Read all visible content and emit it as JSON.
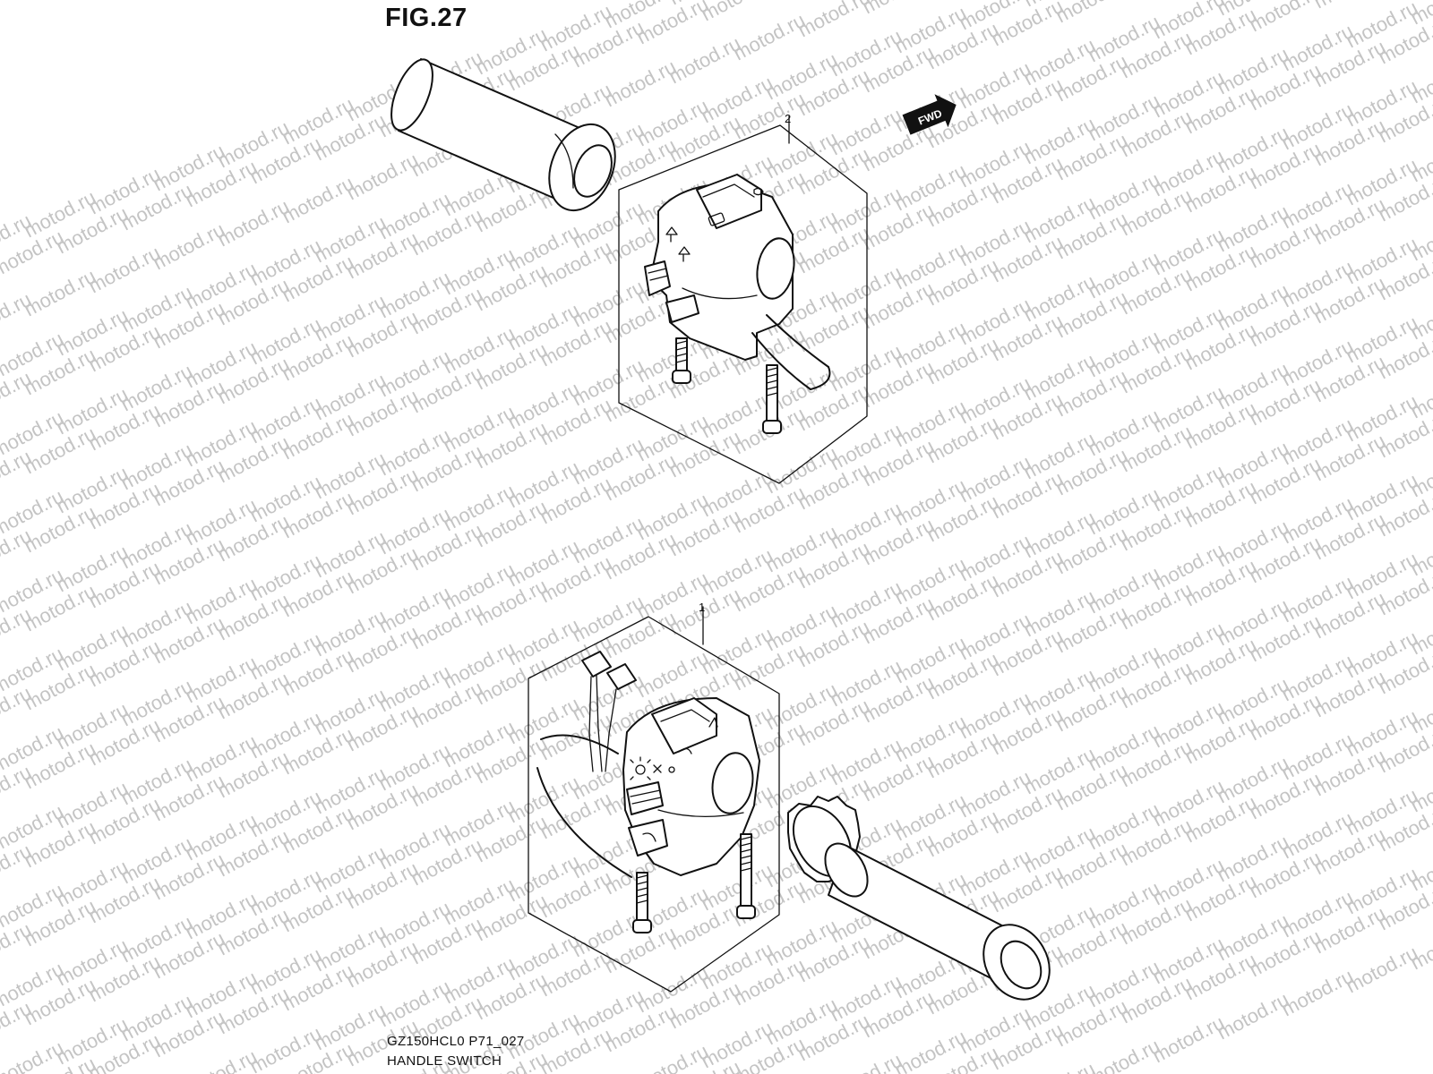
{
  "figure": {
    "title": "FIG.27",
    "code": "GZ150HCL0 P71_027",
    "name": "HANDLE SWITCH"
  },
  "watermark": {
    "text": "motod.ru",
    "color": "#c4c4c4"
  },
  "fwd_arrow": {
    "label": "FWD"
  },
  "parts": [
    {
      "ref": "2",
      "description": "left handle switch assembly with grip"
    },
    {
      "ref": "1",
      "description": "right handle switch assembly with throttle grip"
    }
  ]
}
